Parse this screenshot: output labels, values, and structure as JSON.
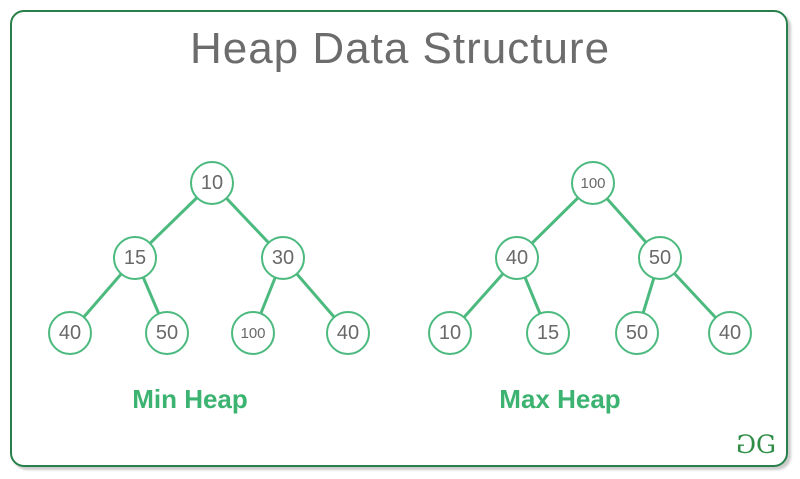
{
  "title": "Heap Data Structure",
  "colors": {
    "frame_border_green": "#27804a",
    "node_stroke_green": "#4cba7f",
    "label_green": "#3cb371",
    "text_gray": "#696969",
    "title_gray": "#6c6c6c",
    "logo_green": "#2f8d46"
  },
  "logo": {
    "name": "geeksforgeeks-logo",
    "g1": "G",
    "g2": "G"
  },
  "trees": [
    {
      "label": "Min Heap",
      "nodes": [
        {
          "value": "10"
        },
        {
          "value": "15"
        },
        {
          "value": "30"
        },
        {
          "value": "40"
        },
        {
          "value": "50"
        },
        {
          "value": "100"
        },
        {
          "value": "40"
        }
      ],
      "edges": [
        [
          0,
          1
        ],
        [
          0,
          2
        ],
        [
          1,
          3
        ],
        [
          1,
          4
        ],
        [
          2,
          5
        ],
        [
          2,
          6
        ]
      ]
    },
    {
      "label": "Max Heap",
      "nodes": [
        {
          "value": "100"
        },
        {
          "value": "40"
        },
        {
          "value": "50"
        },
        {
          "value": "10"
        },
        {
          "value": "15"
        },
        {
          "value": "50"
        },
        {
          "value": "40"
        }
      ],
      "edges": [
        [
          0,
          1
        ],
        [
          0,
          2
        ],
        [
          1,
          3
        ],
        [
          1,
          4
        ],
        [
          2,
          5
        ],
        [
          2,
          6
        ]
      ]
    }
  ]
}
